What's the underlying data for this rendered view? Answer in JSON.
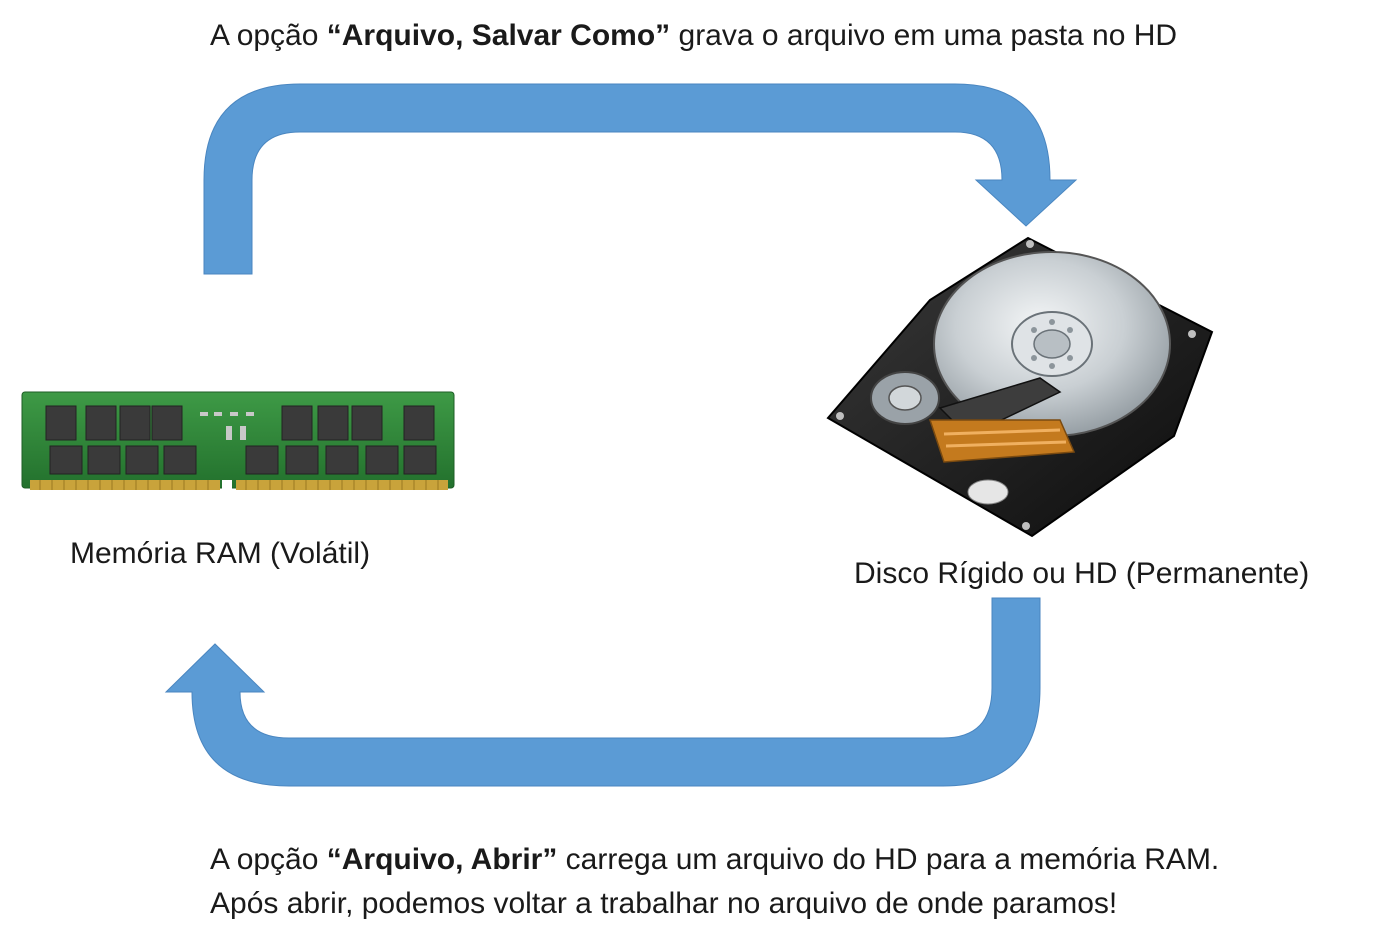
{
  "top_caption": {
    "prefix": "A opção ",
    "emphasis": "“Arquivo, Salvar Como”",
    "suffix": " grava o arquivo em uma pasta no HD"
  },
  "bottom_caption": {
    "line1_prefix": "A opção ",
    "line1_emphasis": "“Arquivo, Abrir”",
    "line1_suffix": " carrega um arquivo do HD para a memória RAM.",
    "line2": "Após abrir, podemos voltar a trabalhar no arquivo de onde paramos!"
  },
  "ram": {
    "label": "Memória RAM (Volátil)"
  },
  "hd": {
    "label": "Disco Rígido ou HD (Permanente)"
  },
  "colors": {
    "arrow_fill": "#5b9bd5",
    "arrow_stroke": "#4a86c0",
    "pcb_green": "#2f8a3a",
    "chip_dark": "#3a3a3a",
    "gold_contacts": "#c9a33b",
    "drive_body": "#1c1c1c",
    "platter": "#d9dde0"
  }
}
